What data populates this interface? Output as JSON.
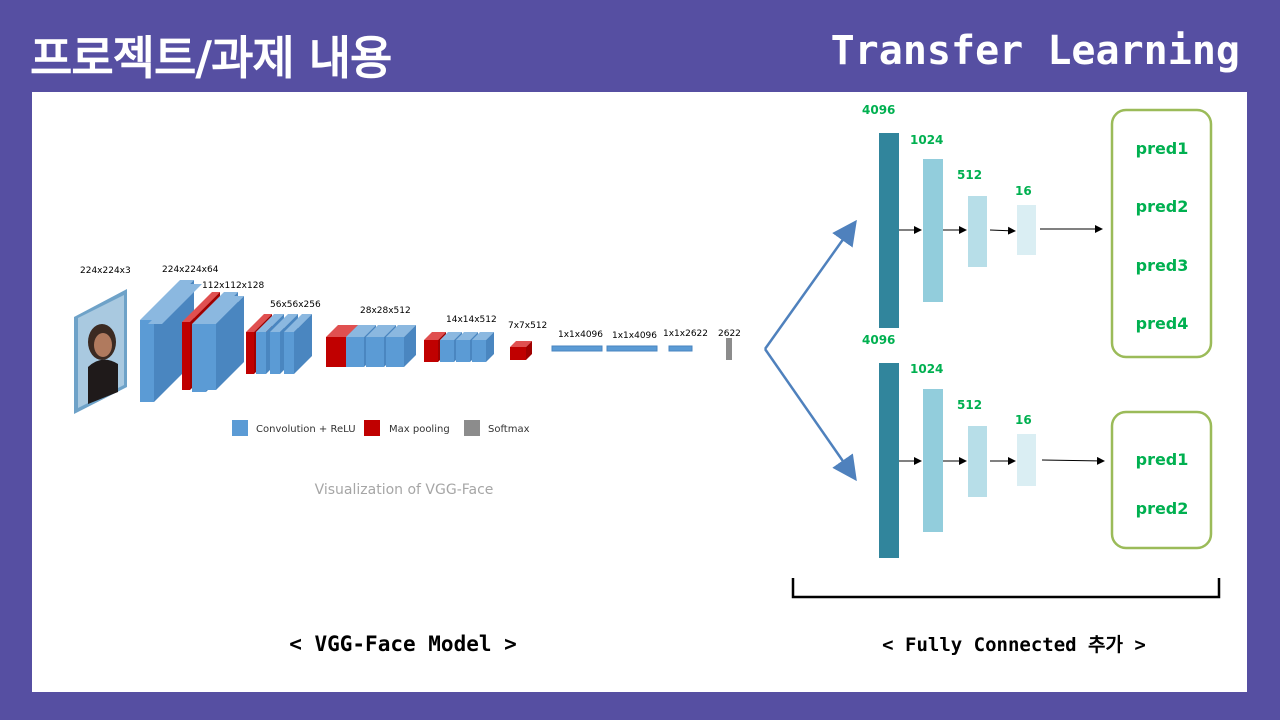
{
  "header": {
    "title": "프로젝트/과제 내용",
    "subtitle": "Transfer Learning"
  },
  "vgg": {
    "layers": [
      {
        "label": "224x224x3",
        "kind": "input"
      },
      {
        "label": "224x224x64",
        "kind": "conv"
      },
      {
        "label": "112x112x128",
        "kind": "conv"
      },
      {
        "label": "56x56x256",
        "kind": "conv"
      },
      {
        "label": "28x28x512",
        "kind": "conv"
      },
      {
        "label": "14x14x512",
        "kind": "conv"
      },
      {
        "label": "7x7x512",
        "kind": "pool"
      },
      {
        "label": "1x1x4096",
        "kind": "fc"
      },
      {
        "label": "1x1x4096",
        "kind": "fc"
      },
      {
        "label": "1x1x2622",
        "kind": "fc"
      },
      {
        "label": "2622",
        "kind": "softmax"
      }
    ],
    "legend": [
      {
        "label": "Convolution + ReLU",
        "color": "#5b9bd5"
      },
      {
        "label": "Max pooling",
        "color": "#c00000"
      },
      {
        "label": "Softmax",
        "color": "#8c8c8c"
      }
    ],
    "caption": "Visualization of VGG-Face",
    "model_label": "< VGG-Face Model >"
  },
  "fc": {
    "branches": [
      {
        "layers": [
          "4096",
          "1024",
          "512",
          "16"
        ],
        "preds": [
          "pred1",
          "pred2",
          "pred3",
          "pred4"
        ]
      },
      {
        "layers": [
          "4096",
          "1024",
          "512",
          "16"
        ],
        "preds": [
          "pred1",
          "pred2"
        ]
      }
    ],
    "label": "< Fully Connected 추가 >"
  },
  "colors": {
    "background": "#564fa2",
    "conv": "#5b9bd5",
    "pool": "#c00000",
    "fc_4096": "#31859c",
    "fc_1024": "#92cddc",
    "fc_512": "#b7dee8",
    "fc_16": "#daeef3",
    "label_green": "#00b050",
    "box_border": "#9bbb59",
    "arrow_blue": "#4f81bd"
  }
}
